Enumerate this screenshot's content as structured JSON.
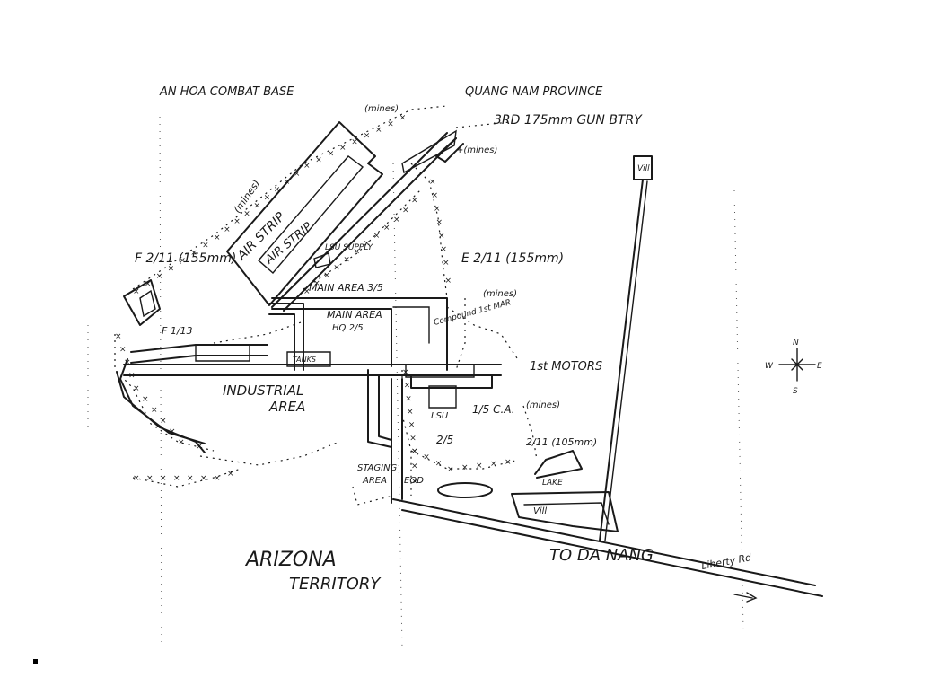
{
  "map": {
    "title": "AN HOA COMBAT BASE",
    "province": "QUANG NAM PROVINCE",
    "labels": {
      "mines_top": "(mines)",
      "gun_battery": "3RD 175mm GUN BTRY",
      "mines_gun": "+(mines)",
      "vill_north": "Vill",
      "mines_airstrip": "(mines)",
      "air_strip_1": "AIR STRIP",
      "air_strip_2": "AIR STRIP",
      "lsu_supply": "LSU SUPPLY",
      "main_area_315": "MAIN AREA 3/5",
      "battery_f": "F 2/11 (155mm)",
      "battery_e": "E 2/11 (155mm)",
      "mines_e": "(mines)",
      "ft": "F 1/13",
      "main_area_hq": "MAIN AREA",
      "hq_25": "HQ 2/5",
      "compound": "Compound 1st MAR",
      "first_motors": "1st MOTORS",
      "tanks": "TANKS",
      "industrial_1": "INDUSTRIAL",
      "industrial_2": "AREA",
      "lsu": "LSU",
      "ca_115": "1/5 C.A.",
      "mines_ca": "(mines)",
      "unit_25": "2/5",
      "battery_211": "2/11 (105mm)",
      "staging_1": "STAGING",
      "staging_2": "AREA",
      "eod": "EOD",
      "lake": "LAKE",
      "vill_south": "Vill",
      "arizona_1": "ARIZONA",
      "arizona_2": "TERRITORY",
      "to_danang": "TO DA NANG",
      "liberty_rd": "Liberty Rd"
    },
    "compass": {
      "n": "N",
      "s": "S",
      "e": "E",
      "w": "W"
    }
  }
}
